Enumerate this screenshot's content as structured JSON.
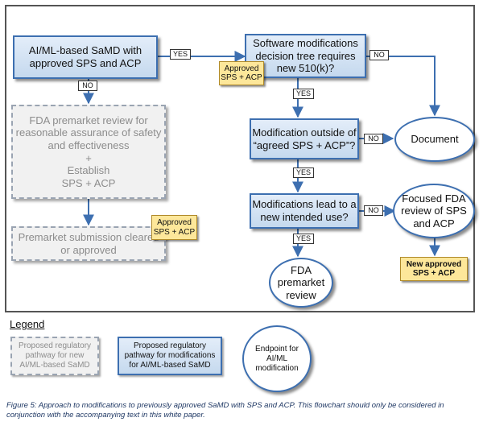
{
  "diagram": {
    "nodes": {
      "start": "AI/ML-based SaMD with approved SPS and ACP",
      "decision_tree": "Software modifications decision tree requires new 510(k)?",
      "outside_sps": "Modification outside of “agreed SPS + ACP”?",
      "new_use": "Modifications lead to a new intended use?",
      "premarket_review": "FDA premarket review for reasonable assurance of safety and effectiveness\n+\nEstablish\nSPS + ACP",
      "premarket_submission": "Premarket submission cleared or approved",
      "document": "Document",
      "focused_review": "Focused FDA review of SPS and ACP",
      "fda_premarket": "FDA premarket review"
    },
    "notes": {
      "approved_1": "Approved SPS + ACP",
      "approved_2": "Approved SPS + ACP",
      "new_approved": "New approved SPS + ACP"
    },
    "labels": {
      "yes_start": "YES",
      "no_start": "NO",
      "yes_tree": "YES",
      "no_tree": "NO",
      "yes_outside": "YES",
      "no_outside": "NO",
      "yes_new_use": "YES",
      "no_new_use": "NO"
    }
  },
  "legend": {
    "title": "Legend",
    "proposed_new": "Proposed regulatory pathway for new AI/ML-based SaMD",
    "proposed_mod": "Proposed regulatory pathway for modifications for AI/ML-based SaMD",
    "endpoint": "Endpoint for AI/ML modification"
  },
  "caption": "Figure 5: Approach to modifications to previously approved SaMD with SPS and ACP. This flowchart should only be considered in conjunction with the accompanying text in this white paper.",
  "colors": {
    "blue_border": "#3d6fb0",
    "box_fill": "#c5d9ee",
    "note_fill": "#fde79a",
    "grey_text": "#8c8c8c",
    "caption_text": "#1f3864"
  }
}
